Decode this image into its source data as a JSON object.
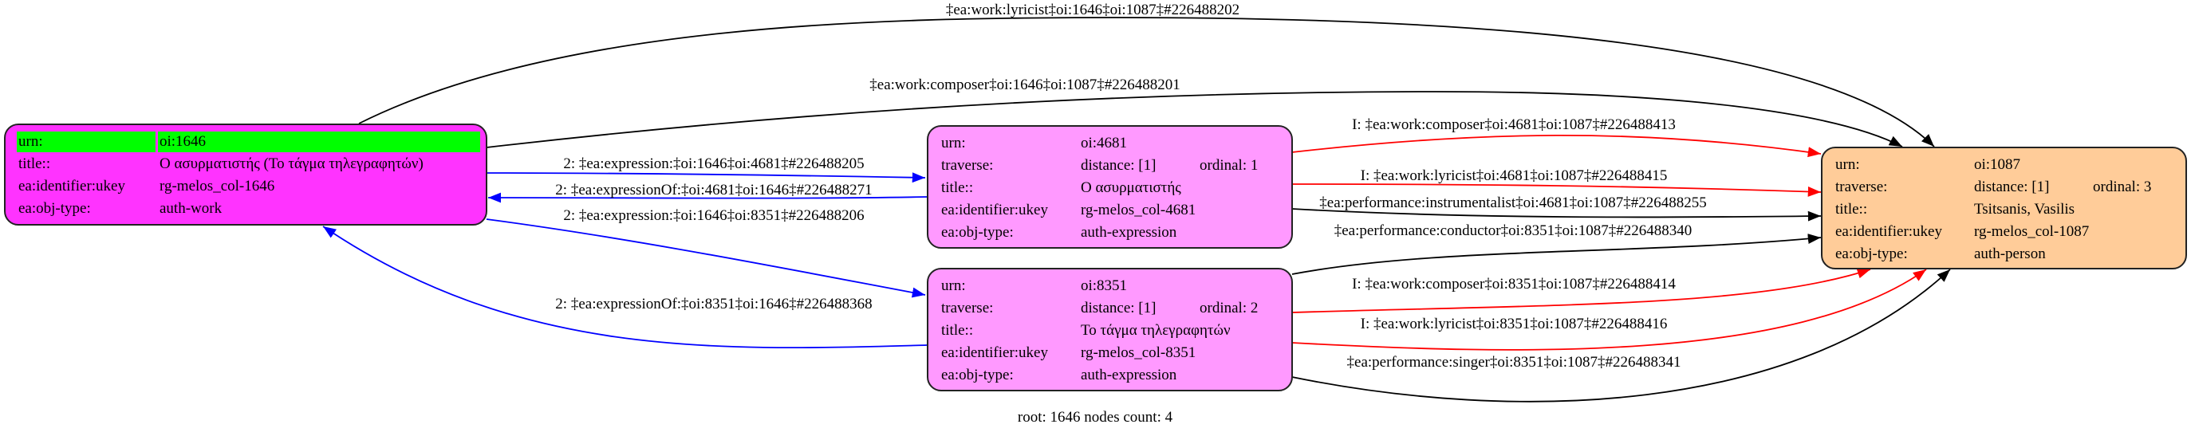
{
  "colors": {
    "root_node": "#ff33ff",
    "expression_node": "#ff99ff",
    "person_node": "#ffcc99",
    "highlight": "#00ff00",
    "blue_edge": "#0000ff",
    "red_edge": "#ff0000",
    "black_edge": "#000000"
  },
  "nodes": {
    "n1646": {
      "rows": [
        {
          "k": "urn:",
          "v": "oi:1646"
        },
        {
          "k": "title::",
          "v": "Ο ασυρματιστής (Το τάγμα τηλεγραφητών)"
        },
        {
          "k": "ea:identifier:ukey",
          "v": "rg-melos_col-1646"
        },
        {
          "k": "ea:obj-type:",
          "v": "auth-work"
        }
      ]
    },
    "n4681": {
      "rows": [
        {
          "k": "urn:",
          "v": "oi:4681"
        },
        {
          "k": "traverse:",
          "v": "distance: [1]",
          "o": "ordinal: 1"
        },
        {
          "k": "title::",
          "v": "Ο ασυρματιστής"
        },
        {
          "k": "ea:identifier:ukey",
          "v": "rg-melos_col-4681"
        },
        {
          "k": "ea:obj-type:",
          "v": "auth-expression"
        }
      ]
    },
    "n8351": {
      "rows": [
        {
          "k": "urn:",
          "v": "oi:8351"
        },
        {
          "k": "traverse:",
          "v": "distance: [1]",
          "o": "ordinal: 2"
        },
        {
          "k": "title::",
          "v": "Το τάγμα τηλεγραφητών"
        },
        {
          "k": "ea:identifier:ukey",
          "v": "rg-melos_col-8351"
        },
        {
          "k": "ea:obj-type:",
          "v": "auth-expression"
        }
      ]
    },
    "n1087": {
      "rows": [
        {
          "k": "urn:",
          "v": "oi:1087"
        },
        {
          "k": "traverse:",
          "v": "distance: [1]",
          "o": "ordinal: 3"
        },
        {
          "k": "title::",
          "v": "Tsitsanis, Vasilis"
        },
        {
          "k": "ea:identifier:ukey",
          "v": "rg-melos_col-1087"
        },
        {
          "k": "ea:obj-type:",
          "v": "auth-person"
        }
      ]
    }
  },
  "edges": {
    "lyricist_1646": "‡ea:work:lyricist‡oi:1646‡oi:1087‡#226488202",
    "composer_1646": "‡ea:work:composer‡oi:1646‡oi:1087‡#226488201",
    "expr_4681": "2: ‡ea:expression:‡oi:1646‡oi:4681‡#226488205",
    "exprof_4681": "2: ‡ea:expressionOf:‡oi:4681‡oi:1646‡#226488271",
    "expr_8351": "2: ‡ea:expression:‡oi:1646‡oi:8351‡#226488206",
    "exprof_8351": "2: ‡ea:expressionOf:‡oi:8351‡oi:1646‡#226488368",
    "composer_4681": "I: ‡ea:work:composer‡oi:4681‡oi:1087‡#226488413",
    "lyricist_4681": "I: ‡ea:work:lyricist‡oi:4681‡oi:1087‡#226488415",
    "instrumentalist_4681": "‡ea:performance:instrumentalist‡oi:4681‡oi:1087‡#226488255",
    "conductor_8351": "‡ea:performance:conductor‡oi:8351‡oi:1087‡#226488340",
    "composer_8351": "I: ‡ea:work:composer‡oi:8351‡oi:1087‡#226488414",
    "lyricist_8351": "I: ‡ea:work:lyricist‡oi:8351‡oi:1087‡#226488416",
    "singer_8351": "‡ea:performance:singer‡oi:8351‡oi:1087‡#226488341"
  },
  "footer": "root: 1646 nodes count: 4"
}
